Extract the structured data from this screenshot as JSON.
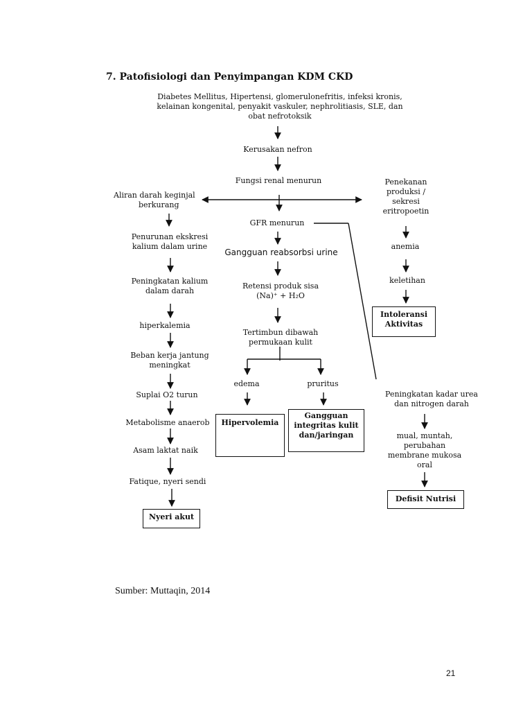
{
  "page": {
    "title": "7. Patofisiologi dan Penyimpangan KDM CKD",
    "source": "Sumber: Muttaqin, 2014",
    "page_number": "21"
  },
  "center": {
    "causes_line1": "Diabetes Mellitus, Hipertensi, glomerulonefritis, infeksi kronis,",
    "causes_line2": "kelainan kongenital, penyakit vaskuler, nephrolitiasis, SLE, dan",
    "causes_line3": "obat nefrotoksik",
    "nephron": "Kerusakan nefron",
    "renal": "Fungsi renal menurun",
    "gfr": "GFR menurun",
    "reabsorb": "Gangguan reabsorbsi urine",
    "retention_line1": "Retensi produk sisa",
    "retention_line2": "(Na)⁺ + H₂O",
    "deposit_line1": "Tertimbun dibawah",
    "deposit_line2": "permukaan kulit",
    "edema": "edema",
    "pruritus": "pruritus",
    "box_hypervolemia": "Hipervolemia",
    "box_skin_line1": "Gangguan",
    "box_skin_line2": "integritas kulit",
    "box_skin_line3": "dan/jaringan"
  },
  "left": {
    "blood_line1": "Aliran darah keginjal",
    "blood_line2": "berkurang",
    "excretion_line1": "Penurunan ekskresi",
    "excretion_line2": "kalium dalam urine",
    "potassium_line1": "Peningkatan kalium",
    "potassium_line2": "dalam darah",
    "hyperkalemia": "hiperkalemia",
    "heart_line1": "Beban kerja jantung",
    "heart_line2": "meningkat",
    "o2": "Suplai O2 turun",
    "anaerob": "Metabolisme anaerob",
    "lactic": "Asam laktat naik",
    "fatigue": "Fatique, nyeri sendi",
    "box_pain": "Nyeri akut"
  },
  "right": {
    "epo_line1": "Penekanan",
    "epo_line2": "produksi /",
    "epo_line3": "sekresi",
    "epo_line4": "eritropoetin",
    "anemia": "anemia",
    "fatigue": "keletihan",
    "box_activity_line1": "Intoleransi",
    "box_activity_line2": "Aktivitas",
    "urea_line1": "Peningkatan kadar urea",
    "urea_line2": "dan nitrogen darah",
    "nausea_line1": "mual, muntah,",
    "nausea_line2": "perubahan",
    "nausea_line3": "membrane mukosa",
    "nausea_line4": "oral",
    "box_nutrition": "Defisit Nutrisi"
  }
}
